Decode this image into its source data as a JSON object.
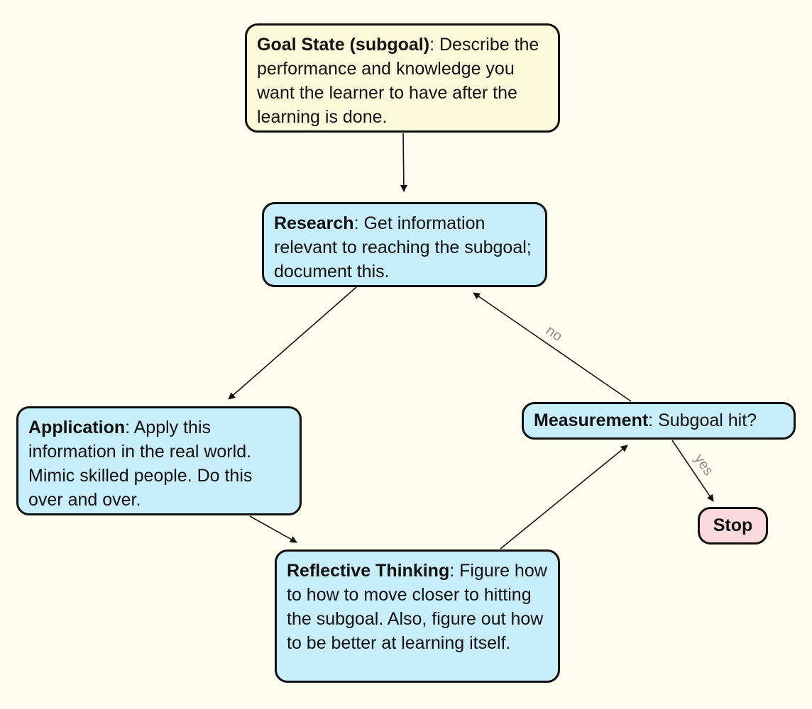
{
  "nodes": {
    "goal": {
      "title": "Goal State (subgoal)",
      "text": ": Describe the performance and knowledge you want the learner to have after the learning is done.",
      "color": "#fdfadb"
    },
    "research": {
      "title": "Research",
      "text": ": Get information relevant to reaching the subgoal; document this.",
      "color": "#c9eefb"
    },
    "application": {
      "title": "Application",
      "text": ": Apply this information in the real world. Mimic skilled people. Do this over and over.",
      "color": "#c9eefb"
    },
    "reflective": {
      "title": "Reflective Thinking",
      "text": ": Figure how to how to move closer to hitting the subgoal. Also, figure out how to be better at learning itself.",
      "color": "#c9eefb"
    },
    "measurement": {
      "title": "Measurement",
      "text": ": Subgoal hit?",
      "color": "#c9eefb"
    },
    "stop": {
      "title": "Stop",
      "color": "#fbd9dc"
    }
  },
  "edges": {
    "no_label": "no",
    "yes_label": "yes"
  }
}
